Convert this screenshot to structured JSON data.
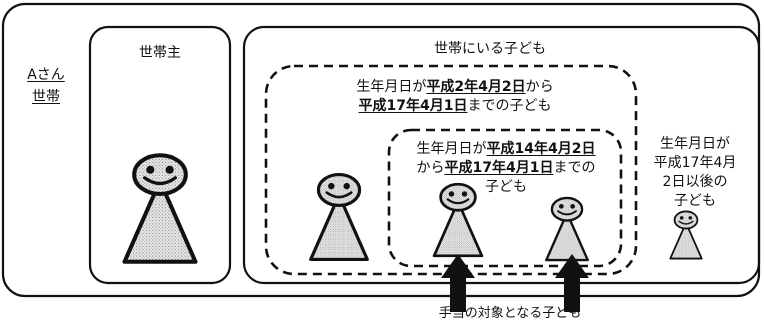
{
  "household": {
    "label_line1": "Aさん",
    "label_line2": "世帯"
  },
  "head_of_household": {
    "label": "世帯主"
  },
  "children_in_household": {
    "label": "世帯にいる子ども"
  },
  "group_outer": {
    "line1_prefix": "生年月日が",
    "line1_date": "平成2年4月2日",
    "line1_suffix": "から",
    "line2_date": "平成17年4月1日",
    "line2_suffix": "までの子ども"
  },
  "group_inner": {
    "line1_prefix": "生年月日が",
    "line1_date": "平成14年4月2日",
    "line2_prefix": "から",
    "line2_date": "平成17年4月1日",
    "line2_suffix": "までの",
    "line3": "子ども"
  },
  "after_group": {
    "line1": "生年月日が",
    "line2": "平成17年4月",
    "line3": "2日以後の",
    "line4": "子ども"
  },
  "allowance_target": {
    "label": "手当の対象となる子ども"
  }
}
